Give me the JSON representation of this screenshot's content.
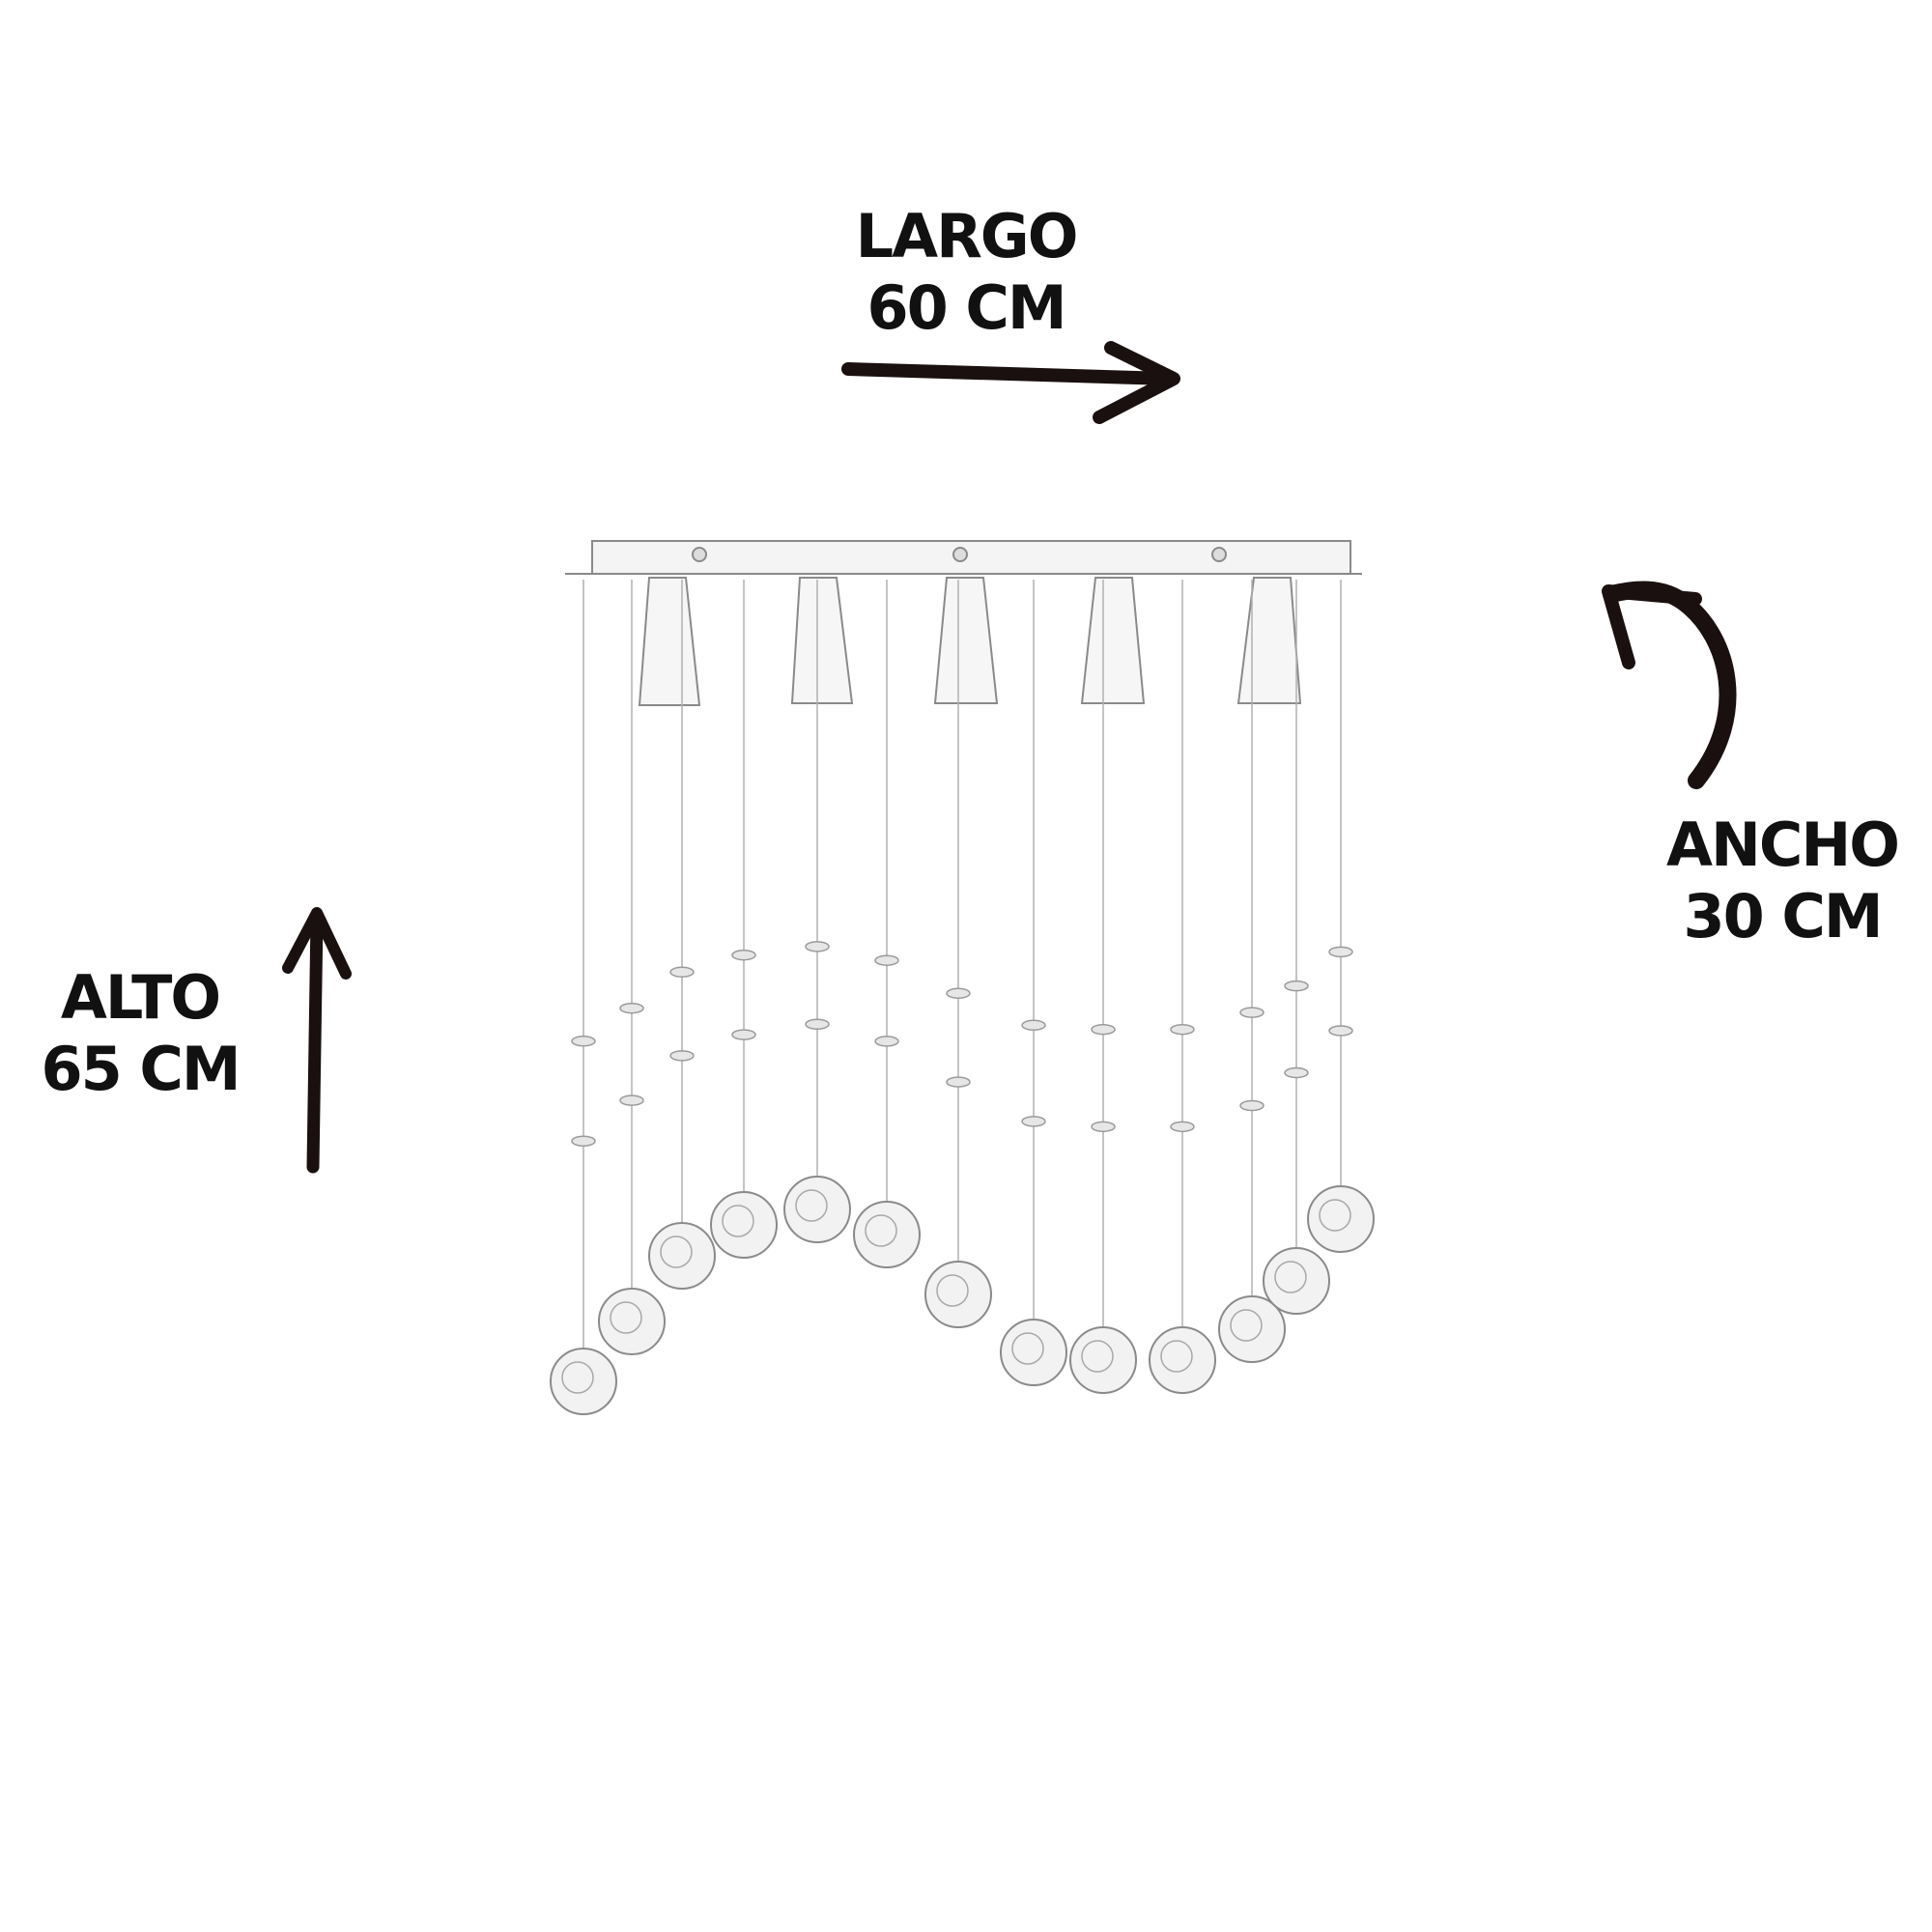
{
  "dimensions": {
    "largo": {
      "label": "LARGO",
      "value": "60 CM"
    },
    "ancho": {
      "label": "ANCHO",
      "value": "30 CM"
    },
    "alto": {
      "label": "ALTO",
      "value": "65 CM"
    }
  },
  "colors": {
    "text": "#111111",
    "arrow": "#1a1010",
    "drawing": "#8a8a8a"
  }
}
